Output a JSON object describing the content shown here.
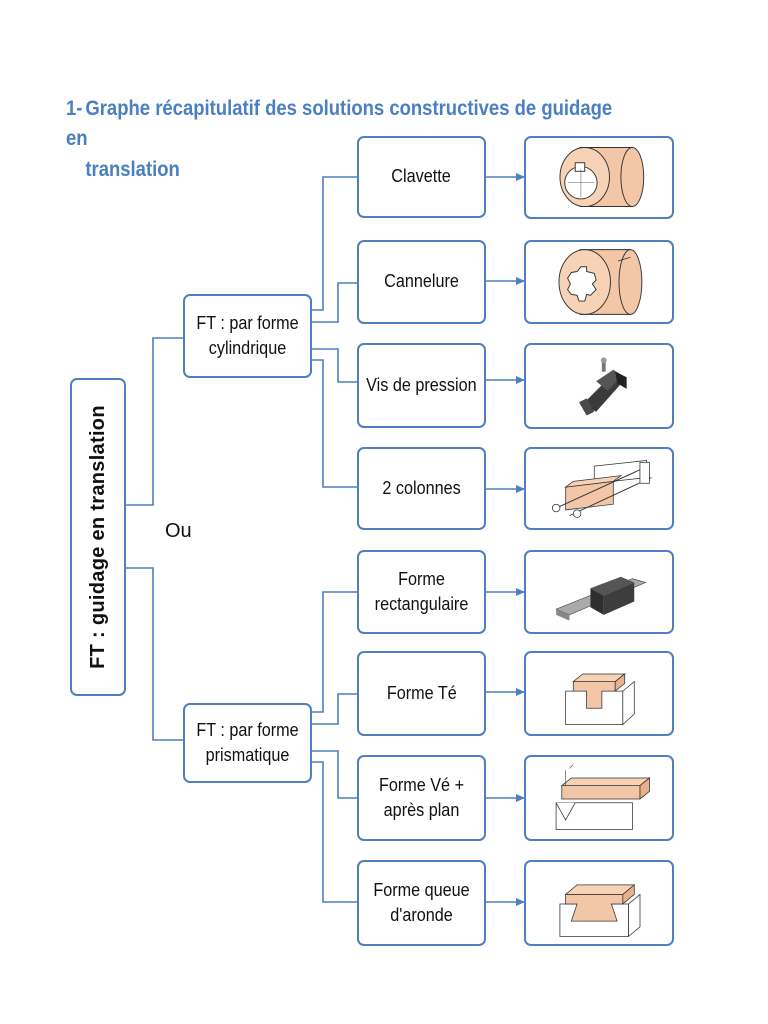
{
  "title": {
    "number": "1-",
    "line1": "Graphe récapitulatif des solutions constructives de guidage en",
    "line2": "translation"
  },
  "root": {
    "label": "FT : guidage en translation"
  },
  "connector": {
    "label": "Ou"
  },
  "branches": [
    {
      "label": "FT : par forme cylindrique",
      "solutions": [
        {
          "label": "Clavette",
          "image": "clavette-drawing"
        },
        {
          "label": "Cannelure",
          "image": "cannelure-drawing"
        },
        {
          "label": "Vis de pression",
          "image": "vis-de-pression-drawing"
        },
        {
          "label": "2 colonnes",
          "image": "deux-colonnes-drawing"
        }
      ]
    },
    {
      "label": "FT : par forme prismatique",
      "solutions": [
        {
          "label": "Forme rectangulaire",
          "image": "forme-rectangulaire-drawing"
        },
        {
          "label": "Forme Té",
          "image": "forme-te-drawing"
        },
        {
          "label": "Forme Vé + après plan",
          "image": "forme-ve-drawing"
        },
        {
          "label": "Forme queue d'aronde",
          "image": "queue-aronde-drawing"
        }
      ]
    }
  ],
  "colors": {
    "title": "#4a7fc1",
    "border": "#4f7fbf",
    "part": "#f2c6a6"
  }
}
